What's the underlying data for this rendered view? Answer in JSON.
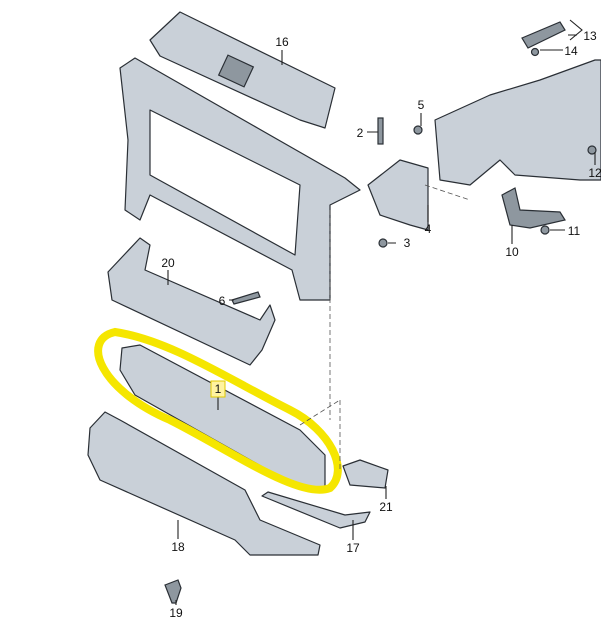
{
  "diagram": {
    "highlight_color": "#f5e600",
    "highlighted_part": "1",
    "callouts": [
      "16",
      "13",
      "14",
      "5",
      "2",
      "3",
      "4",
      "12",
      "11",
      "10",
      "20",
      "6",
      "1",
      "21",
      "17",
      "18",
      "19"
    ]
  },
  "labels": {
    "p16": "16",
    "p13": "13",
    "p14": "14",
    "p5": "5",
    "p2": "2",
    "p3": "3",
    "p4": "4",
    "p12": "12",
    "p11": "11",
    "p10": "10",
    "p20": "20",
    "p6": "6",
    "p1": "1",
    "p21": "21",
    "p17": "17",
    "p18": "18",
    "p19": "19"
  }
}
